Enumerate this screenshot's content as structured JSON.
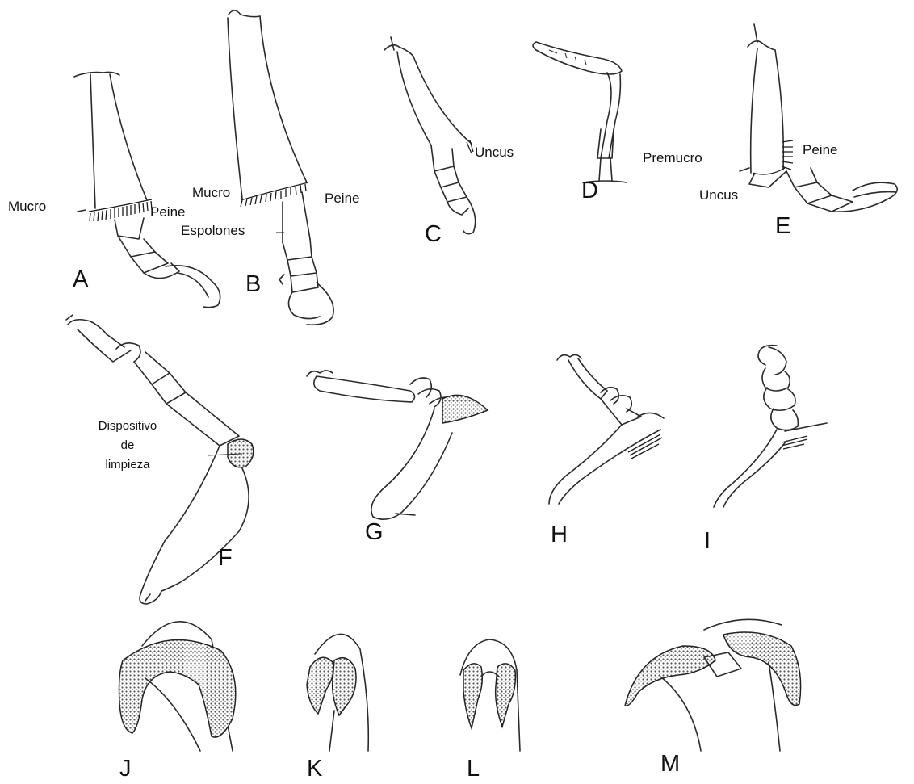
{
  "colors": {
    "ink": "#2a2a2a",
    "paper": "#ffffff",
    "stipple": "#555555"
  },
  "panels": {
    "A": "A",
    "B": "B",
    "C": "C",
    "D": "D",
    "E": "E",
    "F": "F",
    "G": "G",
    "H": "H",
    "I": "I",
    "J": "J",
    "K": "K",
    "L": "L",
    "M": "M"
  },
  "terms": {
    "a_mucro": "Mucro",
    "a_peine": "Peine",
    "b_mucro": "Mucro",
    "b_peine": "Peine",
    "b_espolones": "Espolones",
    "c_uncus": "Uncus",
    "e_premucro": "Premucro",
    "e_peine": "Peine",
    "e_uncus": "Uncus",
    "f_line1": "Dispositivo",
    "f_line2": "de",
    "f_line3": "limpieza"
  }
}
